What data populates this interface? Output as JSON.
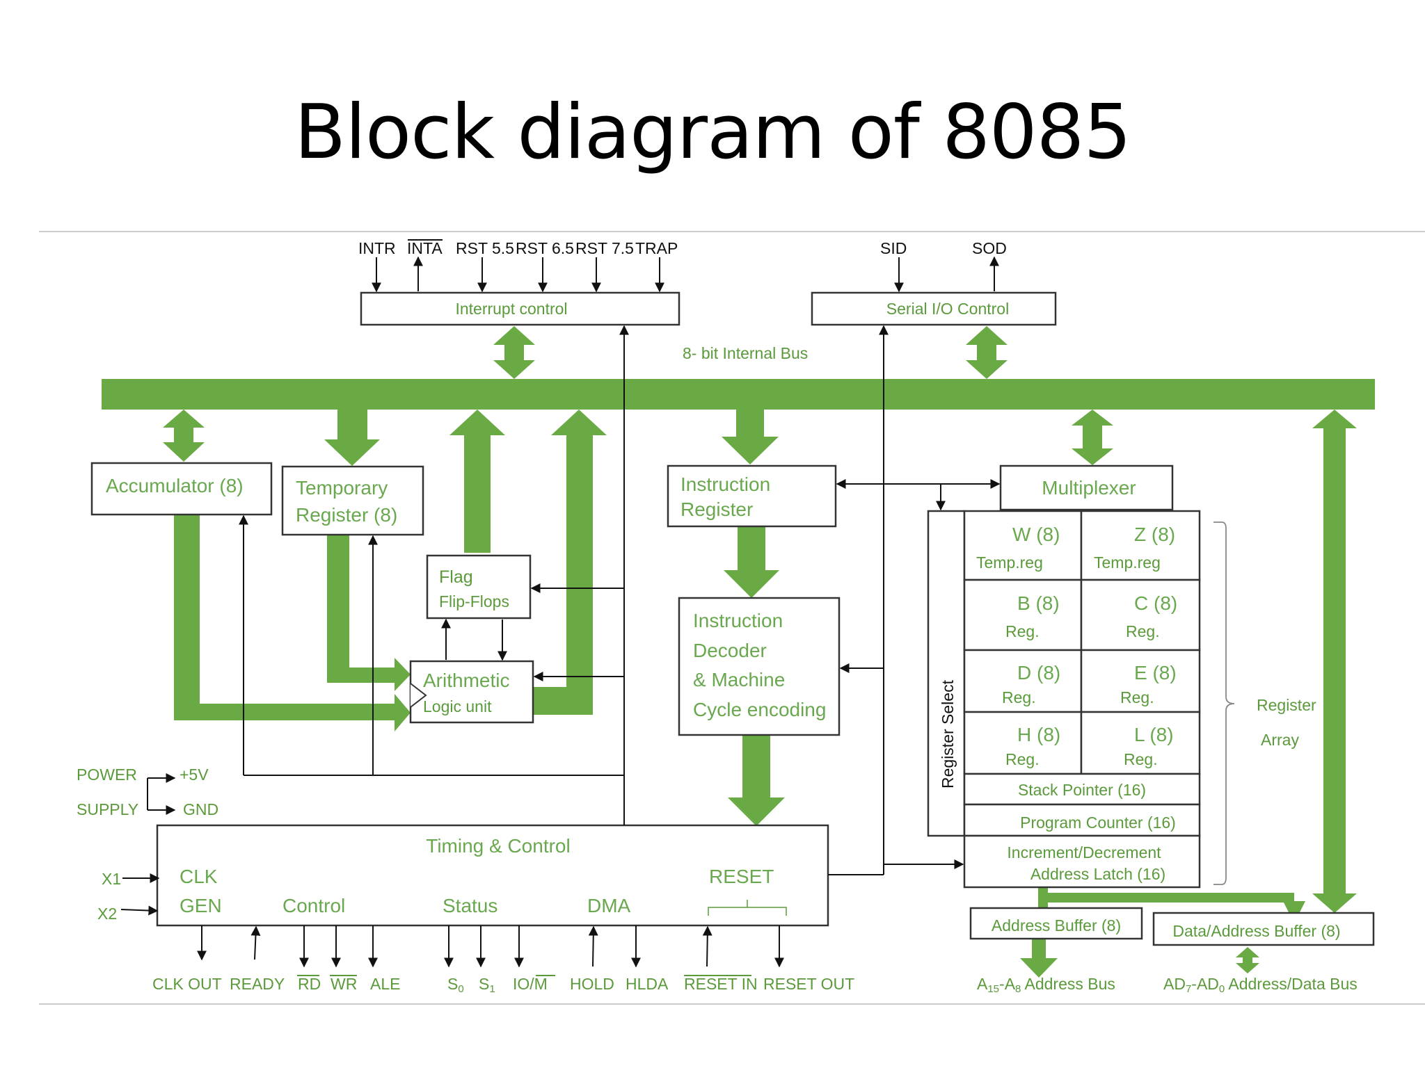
{
  "title": "Block diagram of 8085",
  "colors": {
    "bus_green": "#6aaa45",
    "label_green": "#5b9a3b",
    "line": "#111111"
  },
  "diagram": {
    "top_signals": {
      "intr": "INTR",
      "inta": "INTA",
      "rst55": "RST 5.5",
      "rst65": "RST 6.5",
      "rst75": "RST 7.5",
      "trap": "TRAP",
      "sid": "SID",
      "sod": "SOD"
    },
    "interrupt_control": "Interrupt control",
    "serial_io_control": "Serial I/O Control",
    "internal_bus": "8- bit Internal Bus",
    "accumulator": "Accumulator (8)",
    "temp_register": {
      "line1": "Temporary",
      "line2": "Register (8)"
    },
    "flag": {
      "line1": "Flag",
      "line2": "Flip-Flops"
    },
    "alu": {
      "line1": "Arithmetic",
      "line2": "Logic unit"
    },
    "instruction_register": {
      "line1": "Instruction",
      "line2": "Register"
    },
    "instruction_decoder": {
      "line1": "Instruction",
      "line2": "Decoder",
      "line3": "& Machine",
      "line4": "Cycle encoding"
    },
    "multiplexer": "Multiplexer",
    "register_select": "Register Select",
    "registers": {
      "w": {
        "name": "W (8)",
        "sub": "Temp.reg"
      },
      "z": {
        "name": "Z (8)",
        "sub": "Temp.reg"
      },
      "b": {
        "name": "B (8)",
        "sub": "Reg."
      },
      "c": {
        "name": "C (8)",
        "sub": "Reg."
      },
      "d": {
        "name": "D (8)",
        "sub": "Reg."
      },
      "e": {
        "name": "E (8)",
        "sub": "Reg."
      },
      "h": {
        "name": "H (8)",
        "sub": "Reg."
      },
      "l": {
        "name": "L (8)",
        "sub": "Reg."
      }
    },
    "stack_pointer": "Stack Pointer (16)",
    "program_counter": "Program Counter (16)",
    "inc_dec": {
      "line1": "Increment/Decrement",
      "line2": "Address Latch  (16)"
    },
    "register_array": {
      "line1": "Register",
      "line2": "Array"
    },
    "power": {
      "label1": "POWER",
      "label2": "SUPPLY",
      "plus": "+5V",
      "gnd": "GND"
    },
    "timing": {
      "title": "Timing & Control",
      "clk": "CLK",
      "gen": "GEN",
      "control": "Control",
      "status": "Status",
      "dma": "DMA",
      "reset": "RESET"
    },
    "x1": "X1",
    "x2": "X2",
    "bottom_signals": {
      "clk_out": "CLK OUT",
      "ready": "READY",
      "rd": "RD",
      "wr": "WR",
      "ale": "ALE",
      "s0_base": "S",
      "s0_sub": "0",
      "s1_base": "S",
      "s1_sub": "1",
      "io_m_a": "IO/",
      "io_m_b": "M",
      "hold": "HOLD",
      "hlda": "HLDA",
      "reset_in": "RESET IN",
      "reset_out": "RESET OUT"
    },
    "address_buffer": "Address Buffer (8)",
    "data_address_buffer": "Data/Address Buffer (8)",
    "address_bus": {
      "a": "A",
      "a_sub1": "15",
      "b": "-A",
      "b_sub": "8",
      "c": " Address Bus"
    },
    "data_bus": {
      "a": "AD",
      "a_sub": "7",
      "b": "-AD",
      "b_sub": "0",
      "c": " Address/Data Bus"
    }
  }
}
